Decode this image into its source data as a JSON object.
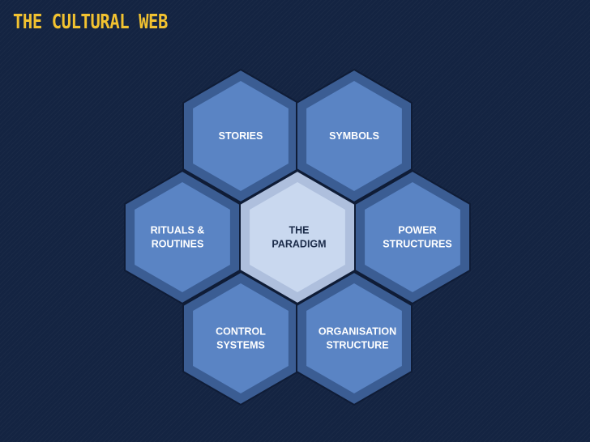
{
  "title": "THE CULTURAL WEB",
  "colors": {
    "background": "#142442",
    "title": "#f2c230",
    "hex_outer": "#3b5d93",
    "hex_inner": "#5a84c4",
    "center_outer": "#aebfdd",
    "center_inner": "#c9d8ef",
    "hex_text": "#ffffff",
    "center_text": "#1c2c4a"
  },
  "hexes": [
    {
      "id": "stories",
      "lines": [
        "STORIES"
      ],
      "center": false
    },
    {
      "id": "symbols",
      "lines": [
        "SYMBOLS"
      ],
      "center": false
    },
    {
      "id": "rituals",
      "lines": [
        "RITUALS &",
        "ROUTINES"
      ],
      "center": false
    },
    {
      "id": "paradigm",
      "lines": [
        "THE",
        "PARADIGM"
      ],
      "center": true
    },
    {
      "id": "power",
      "lines": [
        "POWER",
        "STRUCTURES"
      ],
      "center": false
    },
    {
      "id": "control",
      "lines": [
        "CONTROL",
        "SYSTEMS"
      ],
      "center": false
    },
    {
      "id": "organisation",
      "lines": [
        "ORGANISATION",
        "STRUCTURE"
      ],
      "center": false
    }
  ]
}
